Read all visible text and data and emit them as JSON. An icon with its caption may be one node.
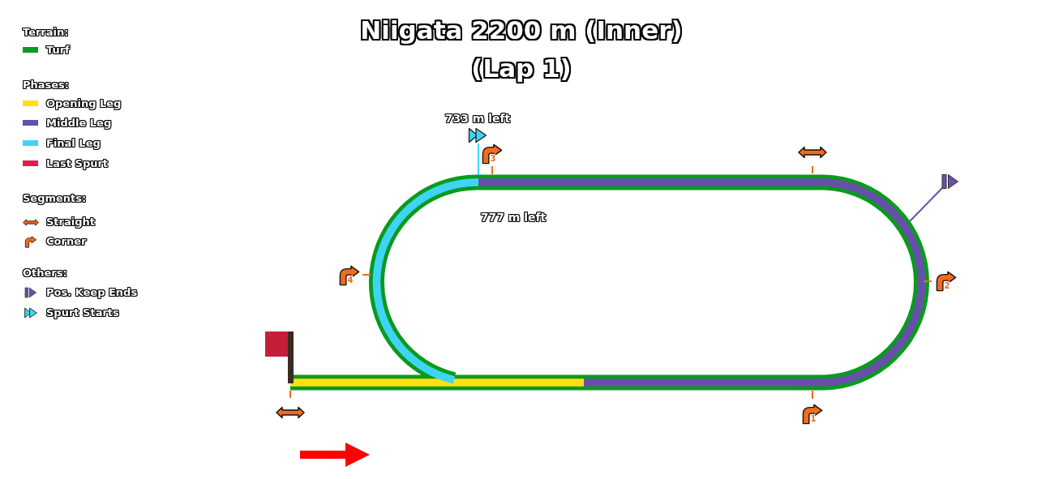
{
  "diagram": {
    "title": "Niigata 2200 m (Inner) (Lap 1)",
    "labels": [
      "Terrain:",
      "Phases:",
      "Segments:",
      "Others:",
      "733 m left",
      "3",
      "777 m left",
      "4",
      "2",
      "1"
    ],
    "legend": [
      {
        "text": "Turf",
        "color": "#0a9a1e"
      },
      {
        "text": "Opening Leg",
        "color": "#ffe015"
      },
      {
        "text": "Middle Leg",
        "color": "#6650aa"
      },
      {
        "text": "Final Leg",
        "color": "#40d4f4"
      },
      {
        "text": "Last Spurt",
        "color": "#e8194f"
      },
      {
        "text": "Straight"
      },
      {
        "text": "Corner"
      },
      {
        "text": "Pos. Keep Ends"
      },
      {
        "text": "Spurt Starts"
      }
    ]
  }
}
